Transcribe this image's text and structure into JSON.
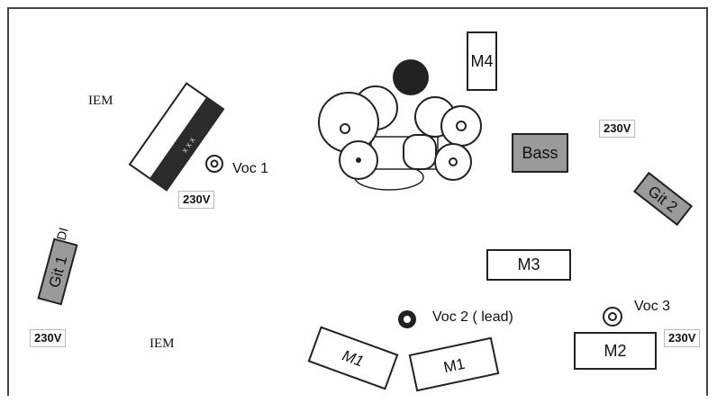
{
  "labels": {
    "m4": "M4",
    "bass": "Bass",
    "m3": "M3",
    "m1_left": "M1",
    "m1_right": "M1",
    "m2": "M2",
    "git1": "Git 1",
    "git2": "Git 2",
    "di": "DI",
    "iem_top": "IEM",
    "iem_bottom": "IEM",
    "voc1": "Voc 1",
    "voc2": "Voc 2 ( lead)",
    "voc3": "Voc 3",
    "power_top_left": "230V",
    "power_top_right": "230V",
    "power_bottom_left": "230V",
    "power_bottom_right": "230V",
    "iem_unit_text": "x x x"
  },
  "colors": {
    "outline": "#222222",
    "amp_fill": "#9a9a9a",
    "drum_fill": "#222222"
  }
}
